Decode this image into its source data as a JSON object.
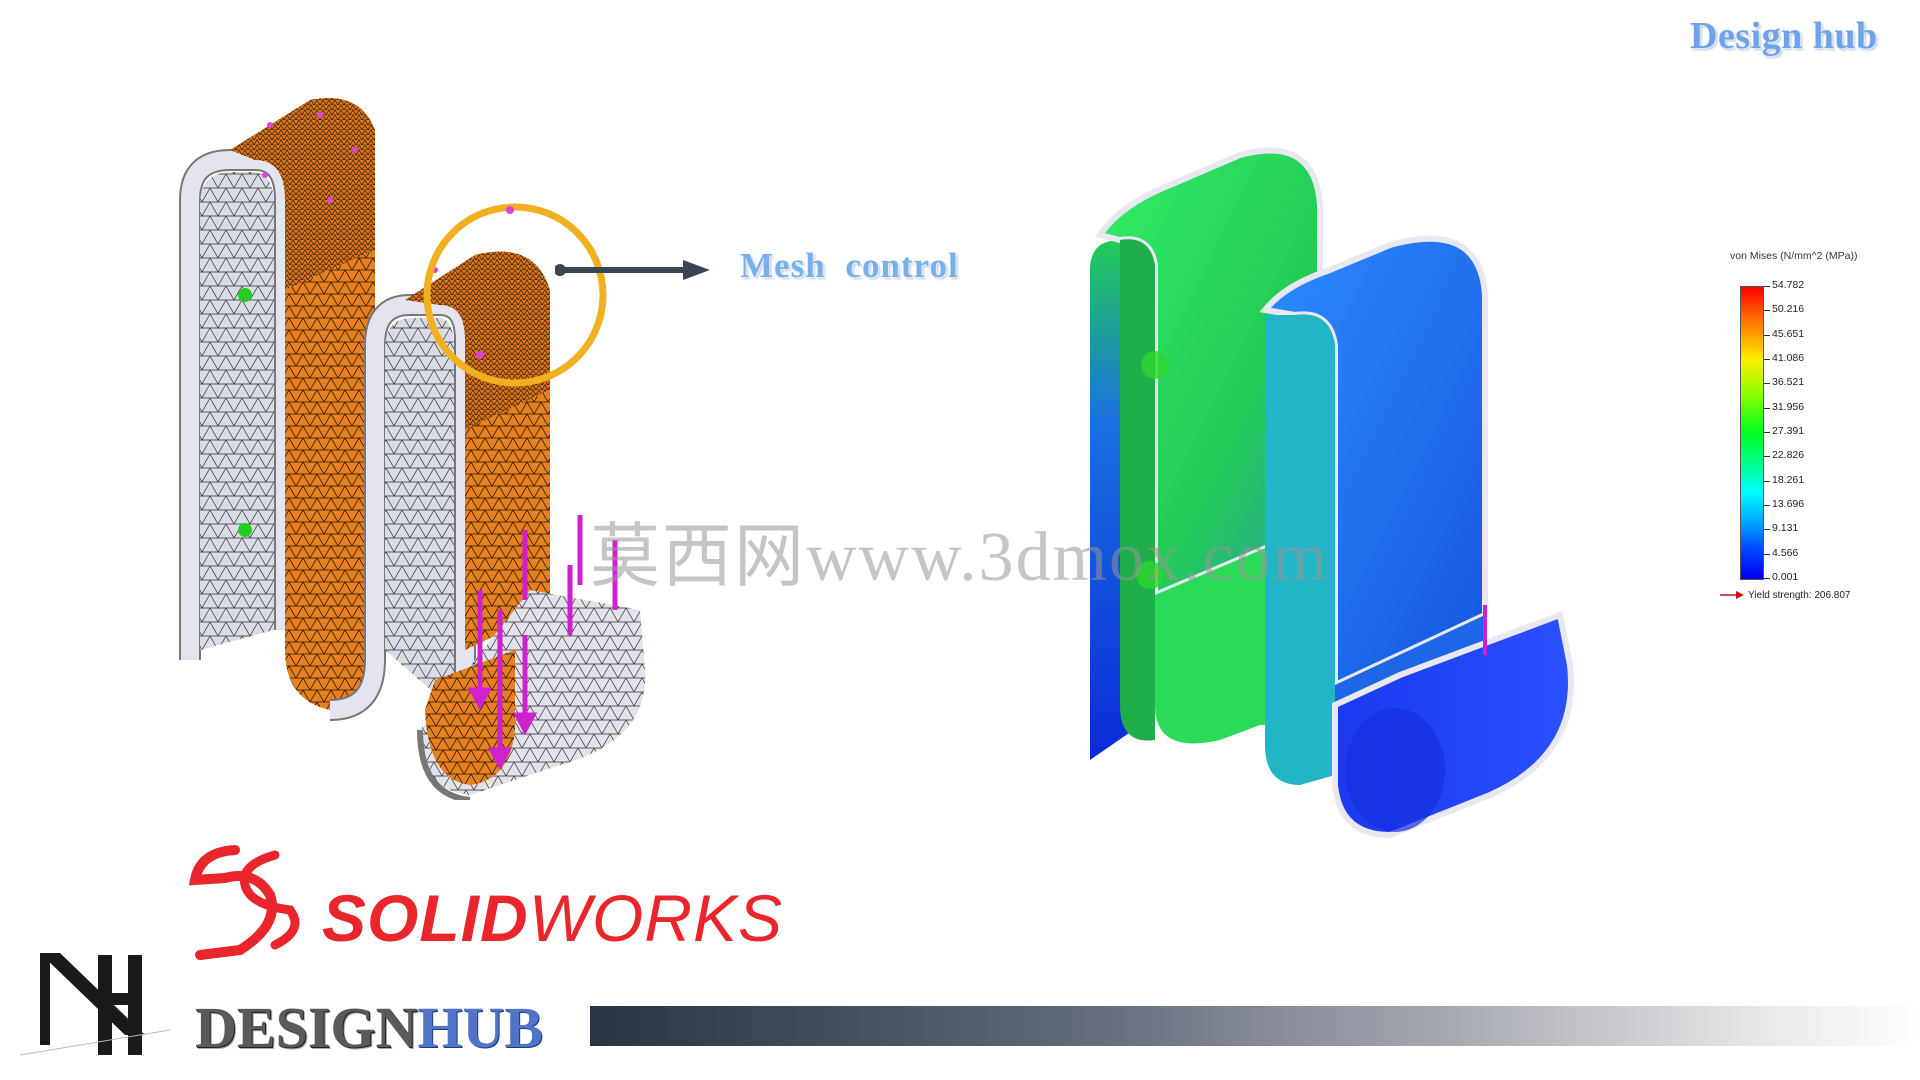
{
  "brand_top": "Design hub",
  "mesh_label": "Mesh  control",
  "watermark": "莫西网www.3dmox.com",
  "legend": {
    "title": "von Mises (N/mm^2 (MPa))",
    "ticks": [
      "54.782",
      "50.216",
      "45.651",
      "41.086",
      "36.521",
      "31.956",
      "27.391",
      "22.826",
      "18.261",
      "13.696",
      "9.131",
      "4.566",
      "0.001"
    ],
    "yield_text": "Yield strength: 206.807",
    "gradient_top_color": "#ff0000",
    "gradient_bottom_color": "#0000ee"
  },
  "colors": {
    "mesh_orange": "#e8801e",
    "mesh_control_ring": "#f0b020",
    "load_arrows": "#d020d0",
    "fixture_green": "#22cc22",
    "stress_green": "#22dd55",
    "stress_blue": "#1f6ff0",
    "solidworks_red": "#e8262c",
    "hub_blue": "#4f74c8"
  },
  "footer": {
    "solidworks_prefix": "SOLID",
    "solidworks_suffix": "WORKS",
    "design_hub_design": "DESIGN",
    "design_hub_hub": "HUB"
  }
}
